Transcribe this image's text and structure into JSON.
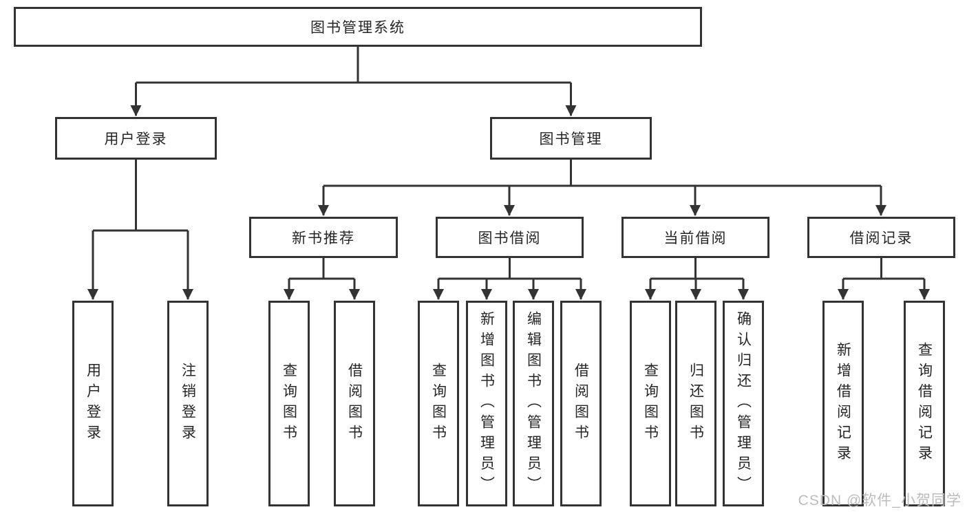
{
  "diagram": {
    "title": "图书管理系统",
    "level2": {
      "user_login": "用户登录",
      "book_mgmt": "图书管理"
    },
    "level3": {
      "new_book": "新书推荐",
      "book_borrow": "图书借阅",
      "current_borrow": "当前借阅",
      "borrow_record": "借阅记录"
    },
    "leaves": {
      "ul_login": "用户登录",
      "ul_logout": "注销登录",
      "nb_query": "查询图书",
      "nb_borrow": "借阅图书",
      "bb_query": "查询图书",
      "bb_add": "新增图书（管理员）",
      "bb_edit": "编辑图书（管理员）",
      "bb_borrow": "借阅图书",
      "cb_query": "查询图书",
      "cb_return": "归还图书",
      "cb_confirm": "确认归还（管理员）",
      "br_add": "新增借阅记录",
      "br_query": "查询借阅记录"
    }
  },
  "watermark": "CSDN @软件_小贺同学",
  "colors": {
    "line": "#333333",
    "text": "#262626",
    "watermark": "#bcbcbc",
    "background": "#ffffff"
  }
}
